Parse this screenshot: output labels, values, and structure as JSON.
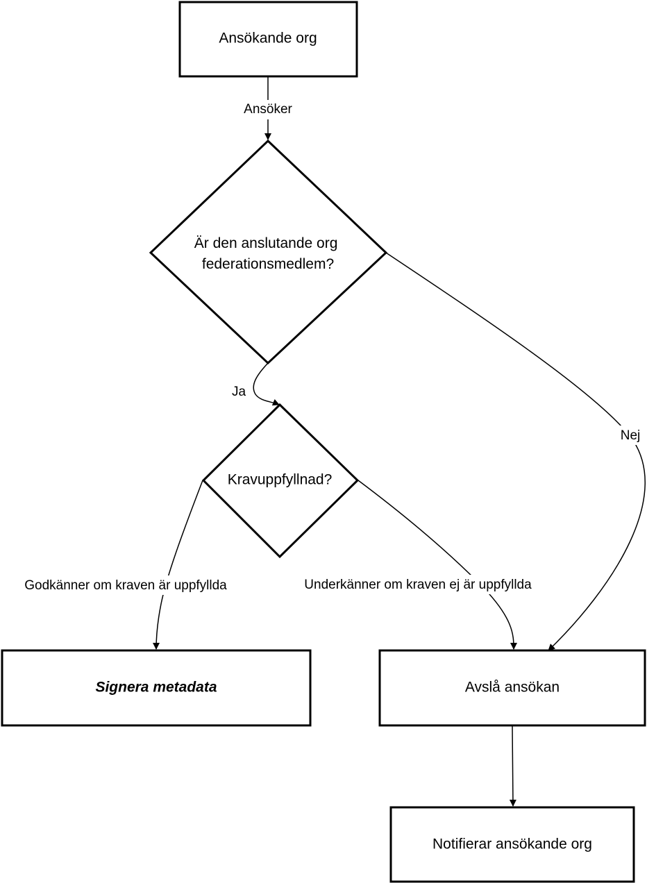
{
  "nodes": {
    "applicant": {
      "label": "Ansökande org"
    },
    "member_question": {
      "lines": [
        "Är den anslutande org",
        "federationsmedlem?"
      ]
    },
    "requirements_question": {
      "label": "Kravuppfyllnad?"
    },
    "sign_metadata": {
      "label": "Signera metadata"
    },
    "reject_application": {
      "label": "Avslå ansökan"
    },
    "notify_applicant": {
      "label": "Notifierar ansökande org"
    }
  },
  "edges": {
    "applies": {
      "label": "Ansöker"
    },
    "yes": {
      "label": "Ja"
    },
    "no": {
      "label": "Nej"
    },
    "approve": {
      "label": "Godkänner om kraven är uppfyllda"
    },
    "disapprove": {
      "label": "Underkänner om kraven ej är uppfyllda"
    },
    "notify": {
      "label": ""
    }
  }
}
